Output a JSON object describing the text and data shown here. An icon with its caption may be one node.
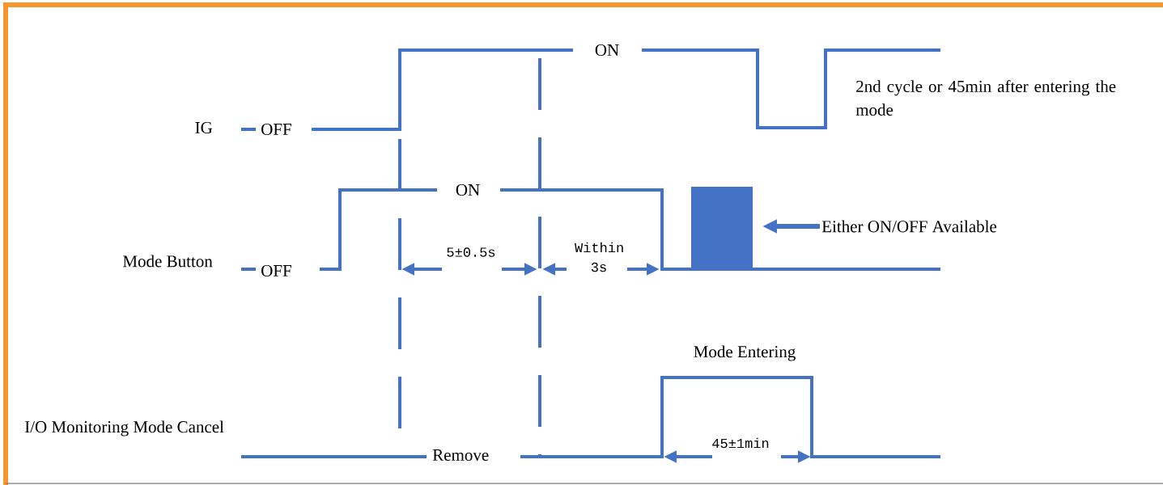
{
  "diagram": {
    "nodes": [
      {
        "text": [
          "Either ON/OFF Available"
        ]
      },
      {
        "text": [],
        "shape": "box"
      }
    ],
    "edges": [
      {
        "from": 0,
        "to": 1,
        "arrow": "to"
      }
    ],
    "labels": [
      "ON",
      "2nd cycle or 45min after entering the mode",
      "IG",
      "OFF",
      "ON",
      "5±0.5s",
      "Within 3s",
      "Mode  Button",
      "OFF",
      "Mode Entering",
      "I/O Monitoring Mode Cancel",
      "45±1min",
      "Remove"
    ]
  }
}
